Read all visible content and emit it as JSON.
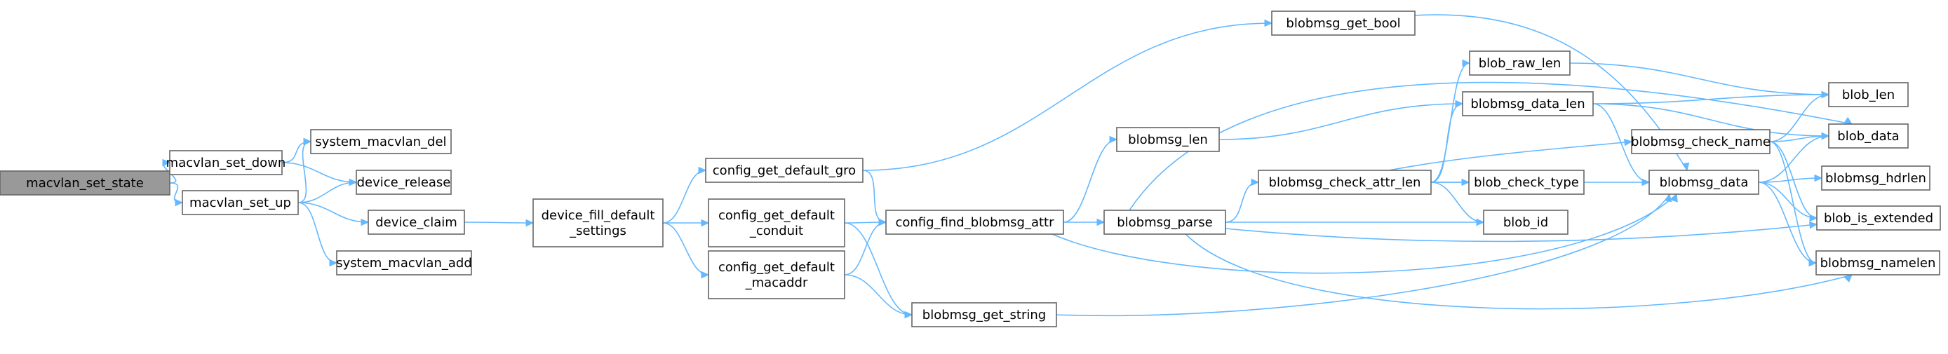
{
  "colors": {
    "edge": "#63b8ff",
    "node_border": "#666666",
    "root_fill": "#999999",
    "node_fill": "#ffffff"
  },
  "nodes": {
    "macvlan_set_state": [
      "macvlan_set_state"
    ],
    "macvlan_set_down": [
      "macvlan_set_down"
    ],
    "macvlan_set_up": [
      "macvlan_set_up"
    ],
    "system_macvlan_del": [
      "system_macvlan_del"
    ],
    "device_release": [
      "device_release"
    ],
    "device_claim": [
      "device_claim"
    ],
    "system_macvlan_add": [
      "system_macvlan_add"
    ],
    "device_fill_default_settings": [
      "device_fill_default",
      "_settings"
    ],
    "config_get_default_gro": [
      "config_get_default_gro"
    ],
    "config_get_default_conduit": [
      "config_get_default",
      "_conduit"
    ],
    "config_get_default_macaddr": [
      "config_get_default",
      "_macaddr"
    ],
    "blobmsg_get_bool": [
      "blobmsg_get_bool"
    ],
    "config_find_blobmsg_attr": [
      "config_find_blobmsg_attr"
    ],
    "blobmsg_get_string": [
      "blobmsg_get_string"
    ],
    "blobmsg_len": [
      "blobmsg_len"
    ],
    "blobmsg_parse": [
      "blobmsg_parse"
    ],
    "blob_raw_len": [
      "blob_raw_len"
    ],
    "blobmsg_data_len": [
      "blobmsg_data_len"
    ],
    "blobmsg_check_attr_len": [
      "blobmsg_check_attr_len"
    ],
    "blob_check_type": [
      "blob_check_type"
    ],
    "blob_id": [
      "blob_id"
    ],
    "blobmsg_check_name": [
      "blobmsg_check_name"
    ],
    "blobmsg_data": [
      "blobmsg_data"
    ],
    "blob_len": [
      "blob_len"
    ],
    "blob_data": [
      "blob_data"
    ],
    "blobmsg_hdrlen": [
      "blobmsg_hdrlen"
    ],
    "blob_is_extended": [
      "blob_is_extended"
    ],
    "blobmsg_namelen": [
      "blobmsg_namelen"
    ]
  },
  "edges": [
    [
      "macvlan_set_state",
      "macvlan_set_down"
    ],
    [
      "macvlan_set_state",
      "macvlan_set_up"
    ],
    [
      "macvlan_set_down",
      "system_macvlan_del"
    ],
    [
      "macvlan_set_down",
      "device_release"
    ],
    [
      "macvlan_set_up",
      "system_macvlan_del"
    ],
    [
      "macvlan_set_up",
      "device_release"
    ],
    [
      "macvlan_set_up",
      "device_claim"
    ],
    [
      "macvlan_set_up",
      "system_macvlan_add"
    ],
    [
      "device_claim",
      "device_fill_default_settings"
    ],
    [
      "device_fill_default_settings",
      "config_get_default_gro"
    ],
    [
      "device_fill_default_settings",
      "config_get_default_conduit"
    ],
    [
      "device_fill_default_settings",
      "config_get_default_macaddr"
    ],
    [
      "config_get_default_gro",
      "blobmsg_get_bool"
    ],
    [
      "config_get_default_gro",
      "config_find_blobmsg_attr"
    ],
    [
      "config_get_default_conduit",
      "config_find_blobmsg_attr"
    ],
    [
      "config_get_default_conduit",
      "blobmsg_get_string"
    ],
    [
      "config_get_default_macaddr",
      "config_find_blobmsg_attr"
    ],
    [
      "config_get_default_macaddr",
      "blobmsg_get_string"
    ],
    [
      "blobmsg_get_bool",
      "blobmsg_data"
    ],
    [
      "config_find_blobmsg_attr",
      "blobmsg_len"
    ],
    [
      "config_find_blobmsg_attr",
      "blobmsg_parse"
    ],
    [
      "config_find_blobmsg_attr",
      "blobmsg_data"
    ],
    [
      "blobmsg_get_string",
      "blobmsg_data"
    ],
    [
      "blobmsg_len",
      "blobmsg_data_len"
    ],
    [
      "blobmsg_parse",
      "blobmsg_check_attr_len"
    ],
    [
      "blobmsg_parse",
      "blob_id"
    ],
    [
      "blobmsg_parse",
      "blob_data"
    ],
    [
      "blobmsg_parse",
      "blob_is_extended"
    ],
    [
      "blobmsg_parse",
      "blobmsg_namelen"
    ],
    [
      "blobmsg_check_attr_len",
      "blob_raw_len"
    ],
    [
      "blobmsg_check_attr_len",
      "blobmsg_data_len"
    ],
    [
      "blobmsg_check_attr_len",
      "blobmsg_check_name"
    ],
    [
      "blobmsg_check_attr_len",
      "blob_check_type"
    ],
    [
      "blobmsg_check_attr_len",
      "blob_id"
    ],
    [
      "blobmsg_check_attr_len",
      "blobmsg_data"
    ],
    [
      "blob_raw_len",
      "blob_len"
    ],
    [
      "blobmsg_data_len",
      "blob_len"
    ],
    [
      "blobmsg_data_len",
      "blob_data"
    ],
    [
      "blobmsg_data_len",
      "blobmsg_data"
    ],
    [
      "blobmsg_check_name",
      "blob_len"
    ],
    [
      "blobmsg_check_name",
      "blob_data"
    ],
    [
      "blobmsg_check_name",
      "blob_is_extended"
    ],
    [
      "blobmsg_check_name",
      "blobmsg_namelen"
    ],
    [
      "blobmsg_data",
      "blob_data"
    ],
    [
      "blobmsg_data",
      "blobmsg_hdrlen"
    ],
    [
      "blobmsg_data",
      "blob_is_extended"
    ],
    [
      "blobmsg_data",
      "blobmsg_namelen"
    ]
  ]
}
